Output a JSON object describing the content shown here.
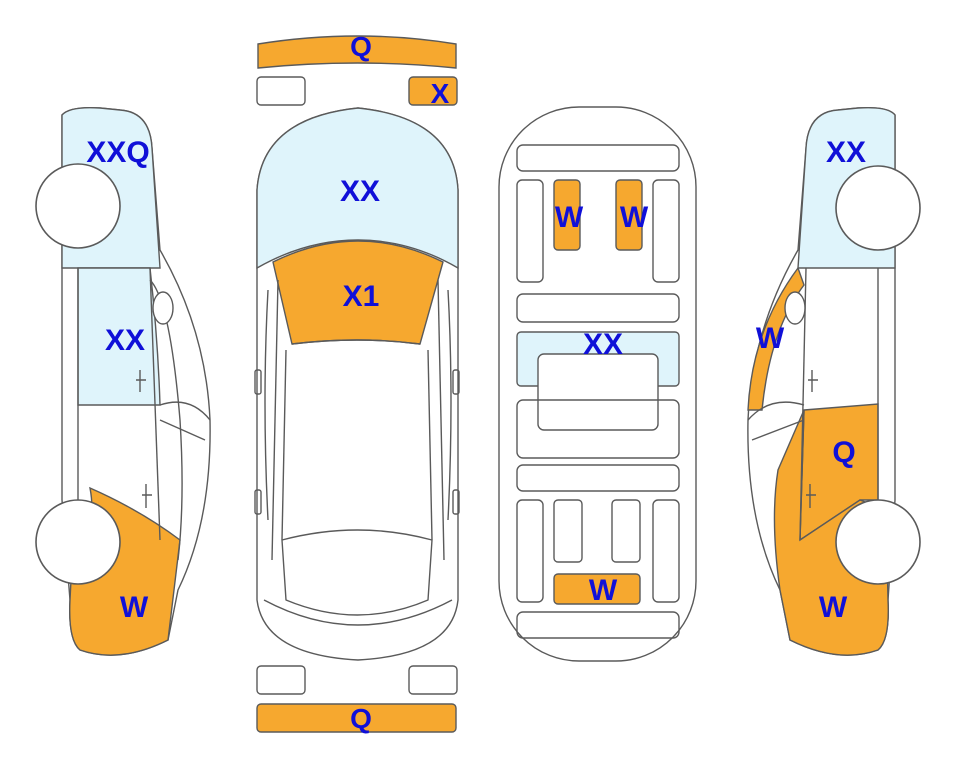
{
  "colors": {
    "damage_fill": "#F6A82F",
    "glass_fill": "#DFF4FB",
    "label_text": "#1010D8",
    "outline": "#5A5A5A"
  },
  "labels": {
    "front_bumper": "Q",
    "left_front_light": "X",
    "roof_front": "XX",
    "hood_area": "X1",
    "left_side_front_window": "XXQ",
    "left_side_door_window": "XX",
    "left_side_lower_rear": "W",
    "interior_seat_left": "W",
    "interior_seat_right": "W",
    "interior_middle_panel": "XX",
    "interior_rear_panel": "W",
    "right_side_front_window": "XX",
    "right_side_pillar": "W",
    "right_side_rear_door": "Q",
    "right_side_lower_rear": "W",
    "rear_bumper": "Q"
  }
}
